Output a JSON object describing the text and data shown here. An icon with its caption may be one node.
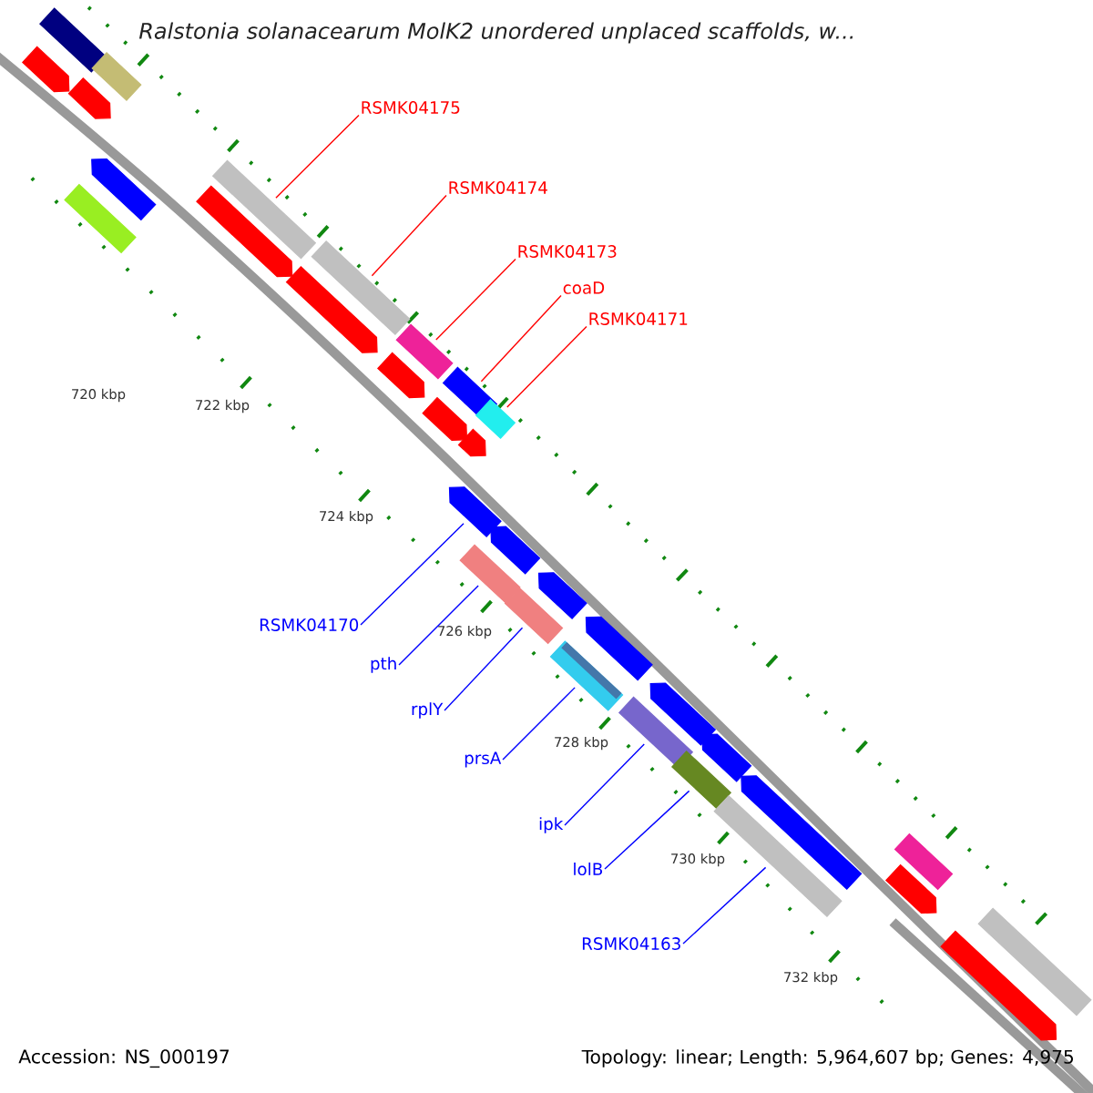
{
  "diagram": {
    "title": "Ralstonia solanacearum MolK2 unordered unplaced scaffolds, w...",
    "nodes": [
      {
        "text": [
          "RSMK04175"
        ]
      },
      {
        "text": [
          "RSMK04174"
        ]
      },
      {
        "text": [
          "RSMK04173"
        ]
      },
      {
        "text": [
          "coaD"
        ]
      },
      {
        "text": [
          "RSMK04171"
        ]
      },
      {
        "text": [
          "RSMK04170"
        ]
      },
      {
        "text": [
          "pth"
        ]
      },
      {
        "text": [
          "rplY"
        ]
      },
      {
        "text": [
          "prsA"
        ]
      },
      {
        "text": [
          "ipk"
        ]
      },
      {
        "text": [
          "lolB"
        ]
      },
      {
        "text": [
          "RSMK04163"
        ]
      },
      {
        "text": [],
        "shape": "box"
      },
      {
        "text": [],
        "shape": "box"
      },
      {
        "text": [],
        "shape": "pentagon"
      },
      {
        "text": [],
        "shape": "pentagon"
      },
      {
        "text": [],
        "shape": "pentagon"
      },
      {
        "text": [],
        "shape": "box"
      },
      {
        "text": [],
        "shape": "box"
      },
      {
        "text": [],
        "shape": "pentagon"
      },
      {
        "text": [],
        "shape": "box"
      },
      {
        "text": [],
        "shape": "pentagon"
      },
      {
        "text": [],
        "shape": "box"
      },
      {
        "text": [],
        "shape": "pentagon"
      },
      {
        "text": [],
        "shape": "box"
      },
      {
        "text": [],
        "shape": "pentagon"
      },
      {
        "text": [],
        "shape": "box"
      },
      {
        "text": [],
        "shape": "pentagon"
      },
      {
        "text": [],
        "shape": "pentagon"
      },
      {
        "text": [],
        "shape": "pentagon"
      },
      {
        "text": [],
        "shape": "box"
      },
      {
        "text": [],
        "shape": "box"
      },
      {
        "text": [],
        "shape": "pentagon"
      },
      {
        "text": [],
        "shape": "pentagon"
      },
      {
        "text": [],
        "shape": "box"
      },
      {
        "text": [],
        "shape": "pentagon"
      },
      {
        "text": [],
        "shape": "box"
      },
      {
        "text": [],
        "shape": "pentagon"
      },
      {
        "text": [],
        "shape": "box"
      },
      {
        "text": [],
        "shape": "pentagon"
      },
      {
        "text": [],
        "shape": "box"
      },
      {
        "text": [],
        "shape": "box"
      },
      {
        "text": [],
        "shape": "pentagon"
      },
      {
        "text": [],
        "shape": "box"
      },
      {
        "text": [],
        "shape": "pentagon"
      }
    ],
    "edges": [
      {
        "from": 0,
        "to": 18,
        "arrow": "none",
        "color": "#ff0000"
      },
      {
        "from": 1,
        "to": 20,
        "arrow": "none",
        "color": "#ff0000"
      },
      {
        "from": 2,
        "to": 22,
        "arrow": "none",
        "color": "#ff0000"
      },
      {
        "from": 3,
        "to": 24,
        "arrow": "none",
        "color": "#ff0000"
      },
      {
        "from": 4,
        "to": 26,
        "arrow": "none",
        "color": "#ff0000"
      },
      {
        "from": 5,
        "to": 28,
        "arrow": "none"
      },
      {
        "from": 6,
        "to": 30,
        "arrow": "none"
      },
      {
        "from": 7,
        "to": 31,
        "arrow": "none"
      },
      {
        "from": 8,
        "to": 34,
        "arrow": "none"
      },
      {
        "from": 9,
        "to": 36,
        "arrow": "none"
      },
      {
        "from": 10,
        "to": 38,
        "arrow": "none"
      },
      {
        "from": 11,
        "to": 40,
        "arrow": "none"
      }
    ],
    "labels": [
      "720 kbp",
      "722 kbp",
      "724 kbp",
      "726 kbp",
      "728 kbp",
      "730 kbp",
      "732 kbp",
      "Accession: NS_000197",
      "Topology: linear; Length: 5,964,607 bp; Genes: 4,975"
    ]
  }
}
